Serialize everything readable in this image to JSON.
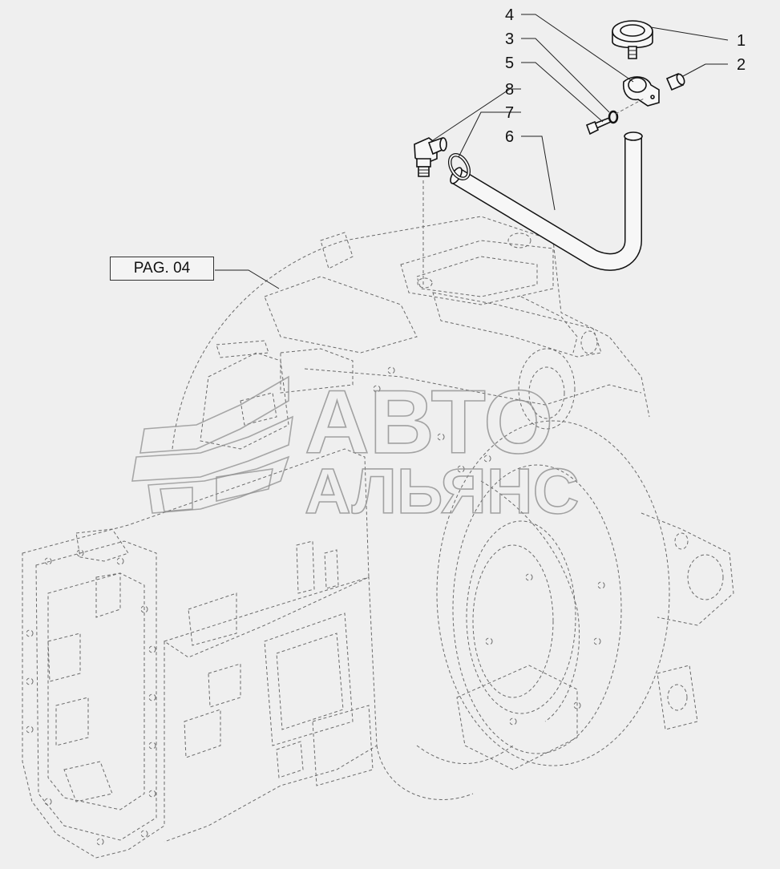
{
  "reference_label": "PAG. 04",
  "callouts": [
    {
      "id": "c1",
      "text": "1"
    },
    {
      "id": "c2",
      "text": "2"
    },
    {
      "id": "c3",
      "text": "3"
    },
    {
      "id": "c4",
      "text": "4"
    },
    {
      "id": "c5",
      "text": "5"
    },
    {
      "id": "c6",
      "text": "6"
    },
    {
      "id": "c7",
      "text": "7"
    },
    {
      "id": "c8",
      "text": "8"
    }
  ],
  "watermark": {
    "line1": "АВТО",
    "line2": "АЛЬЯНС"
  },
  "colors": {
    "background": "#efefef",
    "linework": "#111111",
    "housing_dashed": "#6a6a6a",
    "watermark": "#8e8e8e"
  }
}
